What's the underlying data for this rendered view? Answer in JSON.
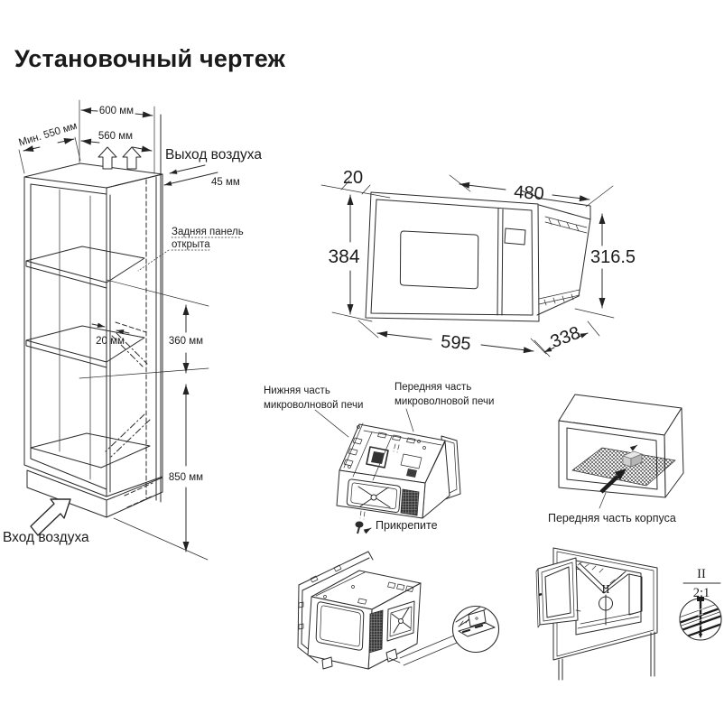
{
  "title": "Установочный чертеж",
  "colors": {
    "line": "#2b2b2b",
    "text": "#1c1c1c",
    "background": "#ffffff"
  },
  "cabinet": {
    "dim_width": "600 мм",
    "dim_depth_min": "Мин. 550 мм",
    "dim_inner_width": "560 мм",
    "air_outlet": "Выход воздуха",
    "dim_back_gap": "45 мм",
    "back_panel_note_1": "Задняя панель",
    "back_panel_note_2": "открыта",
    "dim_gap": "20 мм",
    "dim_niche_height": "360 мм",
    "dim_bottom_height": "850 мм",
    "air_inlet": "Вход воздуха"
  },
  "oven": {
    "dim_lip": "20",
    "dim_inner_depth": "480",
    "dim_height": "384",
    "dim_install_height": "316.5",
    "dim_width": "595",
    "dim_depth": "338"
  },
  "exploded": {
    "bottom_label_1": "Нижняя часть",
    "bottom_label_2": "микроволновой печи",
    "front_label_1": "Передняя часть",
    "front_label_2": "микроволновой печи",
    "attach_label": "Прикрепите"
  },
  "housing": {
    "front_label": "Передняя часть корпуса"
  },
  "detail": {
    "mark": "II",
    "ref": "II",
    "scale": "2:1"
  }
}
